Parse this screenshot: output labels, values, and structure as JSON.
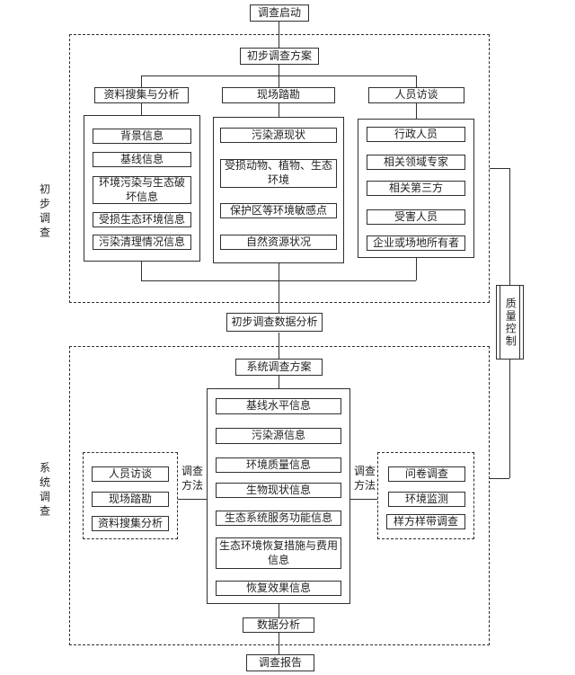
{
  "diagram": {
    "title_hint": "survey workflow flowchart",
    "colors": {
      "line": "#2f2f2f",
      "background": "#ffffff",
      "text": "#222222"
    },
    "start": "调查启动",
    "report": "调查报告",
    "quality_control": "质量控制",
    "phase1": {
      "side_label": "初步调查",
      "plan": "初步调查方案",
      "data_analysis": "初步调查数据分析",
      "branches": [
        {
          "header": "资料搜集与分析",
          "items": [
            "背景信息",
            "基线信息",
            "环境污染与生态破坏信息",
            "受损生态环境信息",
            "污染清理情况信息"
          ]
        },
        {
          "header": "现场踏勘",
          "items": [
            "污染源现状",
            "受损动物、植物、生态环境",
            "保护区等环境敏感点",
            "自然资源状况"
          ]
        },
        {
          "header": "人员访谈",
          "items": [
            "行政人员",
            "相关领域专家",
            "相关第三方",
            "受害人员",
            "企业或场地所有者"
          ]
        }
      ]
    },
    "phase2": {
      "side_label": "系统调查",
      "plan": "系统调查方案",
      "method_label": "调查方法",
      "center_items": [
        "基线水平信息",
        "污染源信息",
        "环境质量信息",
        "生物现状信息",
        "生态系统服务功能信息",
        "生态环境恢复措施与费用信息",
        "恢复效果信息"
      ],
      "left_methods": [
        "人员访谈",
        "现场踏勘",
        "资料搜集分析"
      ],
      "right_methods": [
        "问卷调查",
        "环境监测",
        "样方样带调查"
      ],
      "data_analysis": "数据分析"
    }
  }
}
